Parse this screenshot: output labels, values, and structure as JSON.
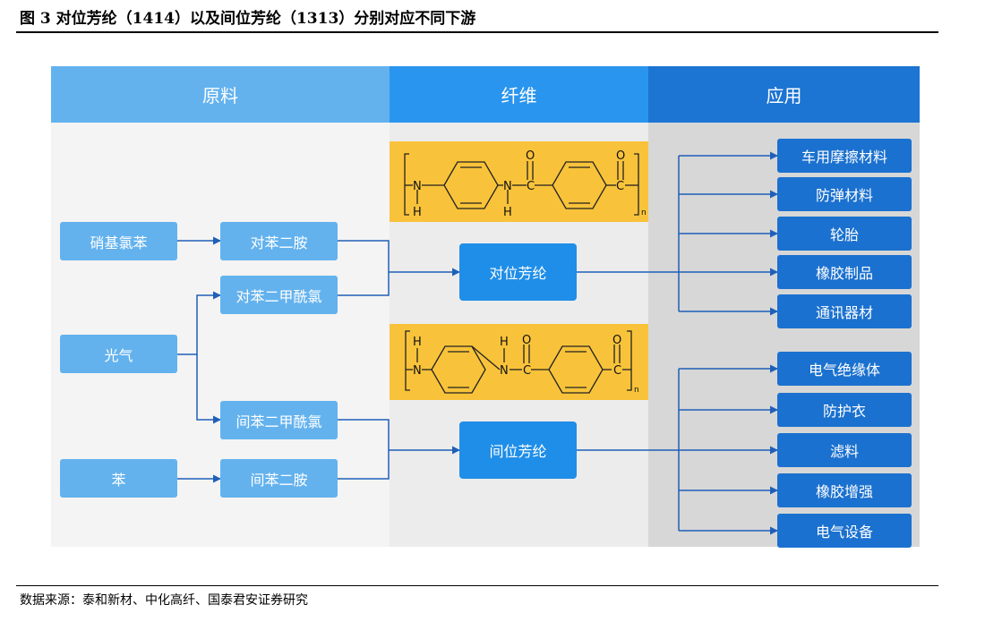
{
  "title": "图 3 对位芳纶（1414）以及间位芳纶（1313）分别对应不同下游",
  "columns": {
    "raw": "原料",
    "fiber": "纤维",
    "app": "应用"
  },
  "raw_materials": [
    "硝基氯苯",
    "光气",
    "苯"
  ],
  "intermediates": [
    "对苯二胺",
    "对苯二甲酰氯",
    "间苯二甲酰氯",
    "间苯二胺"
  ],
  "fibers": [
    "对位芳纶",
    "间位芳纶"
  ],
  "para_applications": [
    "车用摩擦材料",
    "防弹材料",
    "轮胎",
    "橡胶制品",
    "通讯器材"
  ],
  "meta_applications": [
    "电气绝缘体",
    "防护衣",
    "滤料",
    "橡胶增强",
    "电气设备"
  ],
  "structure_labels": {
    "N": "N",
    "H": "H",
    "C": "C",
    "O": "O",
    "n": "n"
  },
  "source": "数据来源：泰和新材、中化高纤、国泰君安证券研究",
  "colors": {
    "raw_header": "#63b2ee",
    "fiber_header": "#2a95ee",
    "app_header": "#1c74d3",
    "chem_bg": "#f8c33a",
    "arrow": "#1f5fb8"
  }
}
